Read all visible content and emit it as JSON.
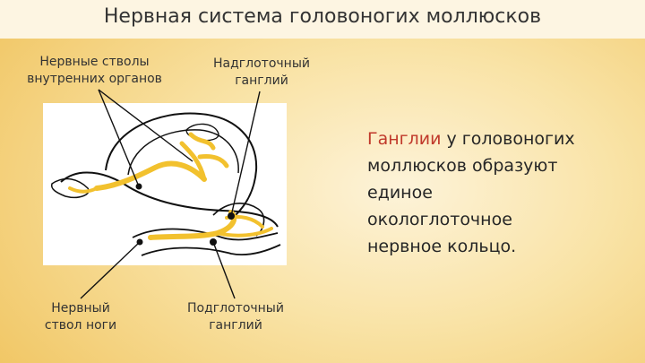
{
  "slide": {
    "title": "Нервная система головоногих моллюсков"
  },
  "labels": {
    "internal_trunks": [
      "Нервные стволы",
      "внутренних органов"
    ],
    "supraesophageal": [
      "Надглоточный",
      "ганглий"
    ],
    "foot_trunk": [
      "Нервный",
      "ствол ноги"
    ],
    "subesophageal": [
      "Подглоточный",
      "ганглий"
    ]
  },
  "text": {
    "highlight": "Ганглии",
    "rest_line1": " у головоногих",
    "lines": [
      "моллюсков образуют",
      "единое",
      "окологлоточное",
      "нервное кольцо."
    ]
  },
  "colors": {
    "accent": "#c0392b",
    "nerve": "#f2c12e",
    "outline": "#111111"
  }
}
